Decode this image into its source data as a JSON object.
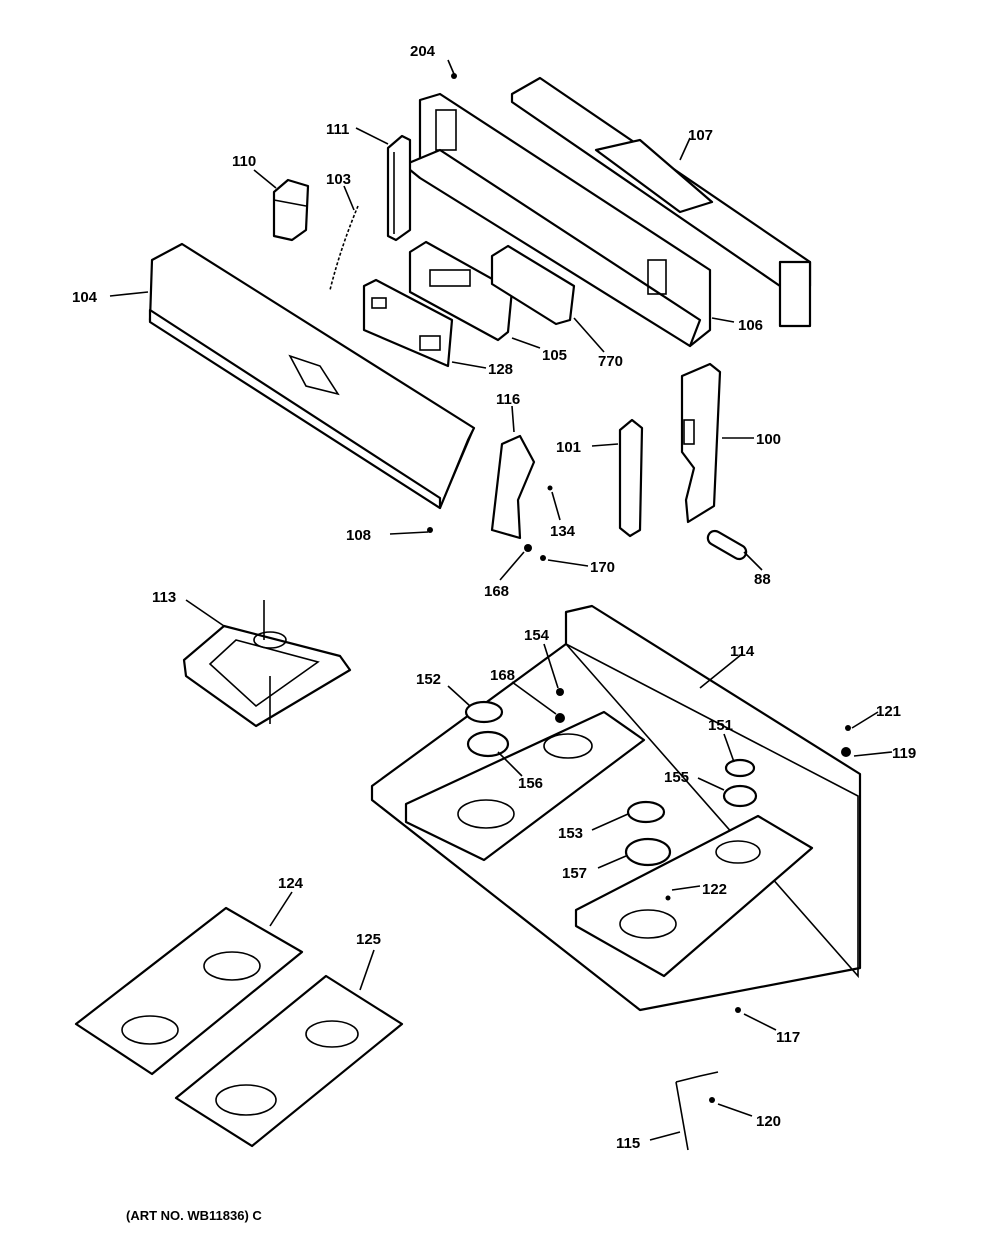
{
  "diagram": {
    "footer": "(ART NO. WB11836) C",
    "labels": {
      "p204": "204",
      "p111": "111",
      "p107": "107",
      "p110": "110",
      "p103": "103",
      "p104": "104",
      "p106": "106",
      "p128": "128",
      "p105": "105",
      "p770": "770",
      "p116": "116",
      "p101": "101",
      "p100": "100",
      "p134": "134",
      "p108": "108",
      "p170": "170",
      "p168a": "168",
      "p88": "88",
      "p113": "113",
      "p154": "154",
      "p114": "114",
      "p152": "152",
      "p168b": "168",
      "p121": "121",
      "p151": "151",
      "p119": "119",
      "p155": "155",
      "p156": "156",
      "p153": "153",
      "p157": "157",
      "p122": "122",
      "p124": "124",
      "p125": "125",
      "p117": "117",
      "p120": "120",
      "p115": "115"
    }
  }
}
